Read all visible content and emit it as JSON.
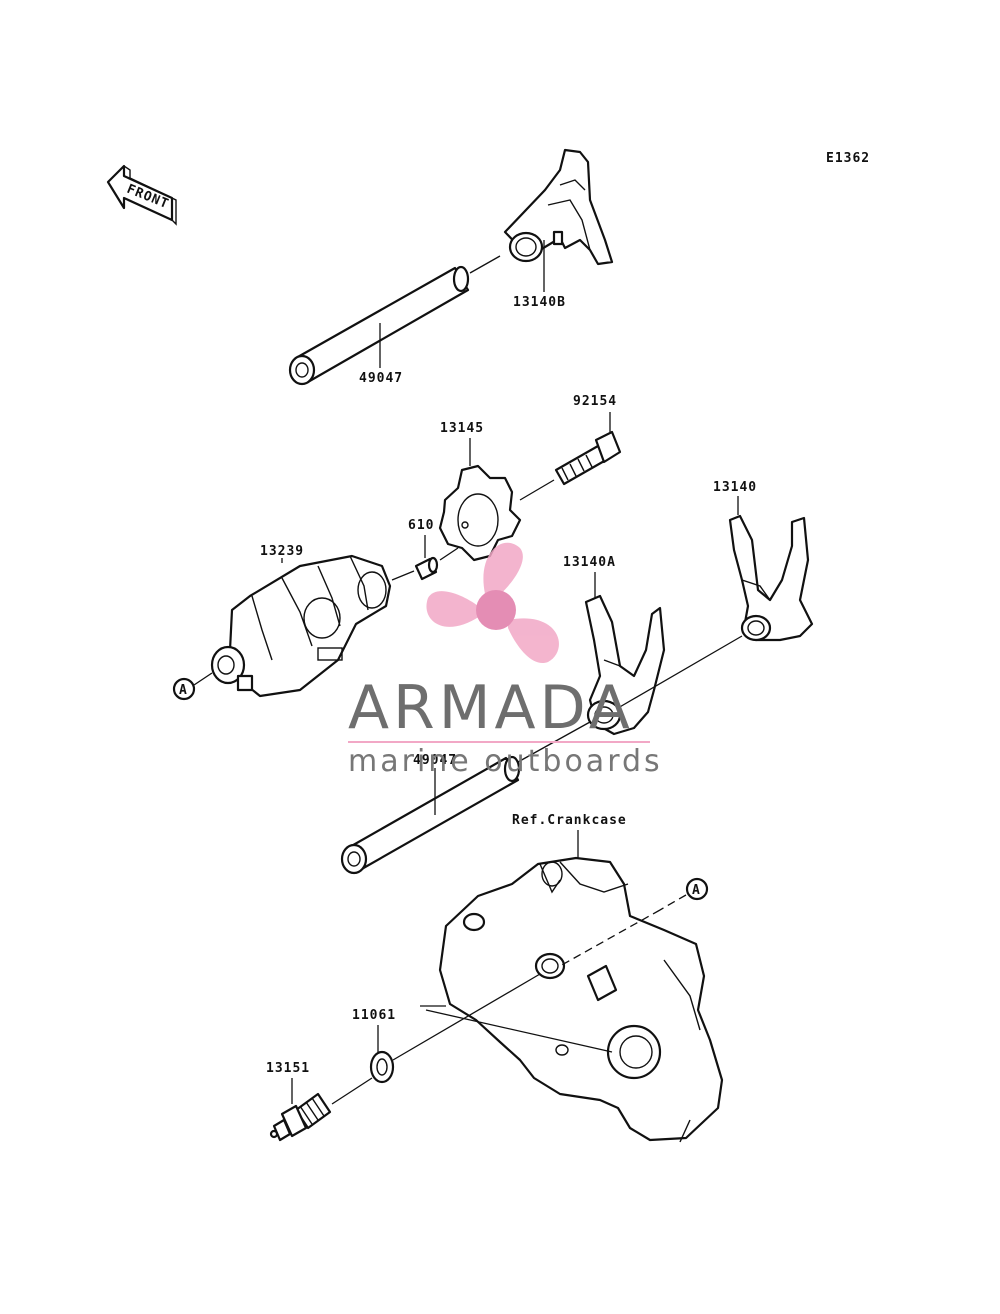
{
  "diagram_code": "E1362",
  "front_arrow": {
    "label": "FRONT"
  },
  "callout_letter": "A",
  "parts": [
    {
      "id": "13140B",
      "label": "13140B"
    },
    {
      "id": "49047_upper",
      "label": "49047"
    },
    {
      "id": "92154",
      "label": "92154"
    },
    {
      "id": "13145",
      "label": "13145"
    },
    {
      "id": "610",
      "label": "610"
    },
    {
      "id": "13239",
      "label": "13239"
    },
    {
      "id": "13140",
      "label": "13140"
    },
    {
      "id": "13140A",
      "label": "13140A"
    },
    {
      "id": "49047_lower",
      "label": "49047"
    },
    {
      "id": "ref_crankcase",
      "label": "Ref.Crankcase"
    },
    {
      "id": "11061",
      "label": "11061"
    },
    {
      "id": "13151",
      "label": "13151"
    }
  ],
  "watermark": {
    "brand": "ARMADA",
    "tagline": "marine outboards",
    "colors": {
      "logo_pink": "#f2a8c6",
      "logo_dark_pink": "#e07aa7",
      "text_gray": "#6e6e6e"
    }
  }
}
